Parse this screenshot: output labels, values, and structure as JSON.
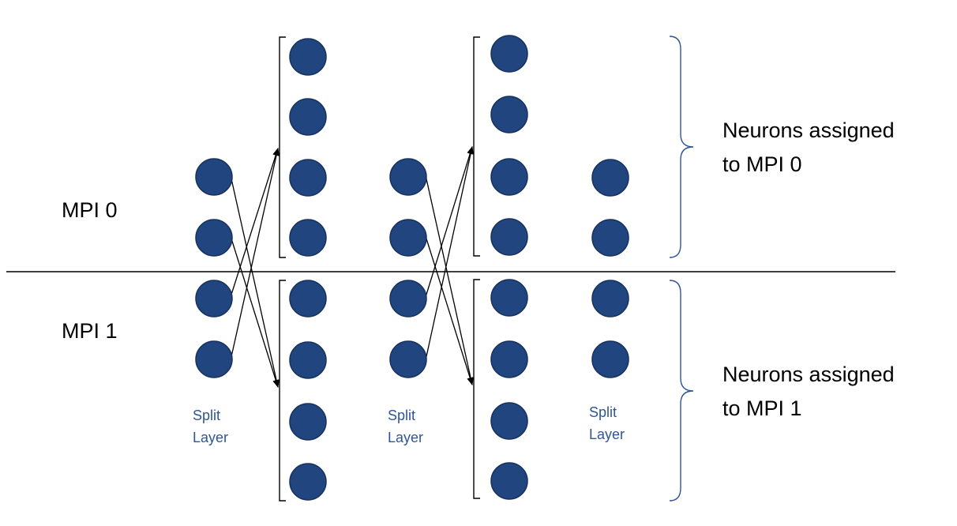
{
  "colors": {
    "neuron": "#21457f",
    "neuron_outline": "#17325e",
    "bracket_accent": "#2f5597",
    "split_label": "#2f5597",
    "line": "#000000"
  },
  "labels": {
    "mpi_0": "MPI 0",
    "mpi_1": "MPI 1",
    "assigned_0": [
      "Neurons assigned",
      "to MPI 0"
    ],
    "assigned_1": [
      "Neurons assigned",
      "to MPI 1"
    ],
    "split_layer": [
      "Split",
      "Layer"
    ]
  },
  "layers": [
    {
      "kind": "split",
      "neurons": 4
    },
    {
      "kind": "full",
      "neurons": 8
    },
    {
      "kind": "split",
      "neurons": 4
    },
    {
      "kind": "full",
      "neurons": 8
    },
    {
      "kind": "split",
      "neurons": 4
    }
  ],
  "partitions": [
    "MPI 0",
    "MPI 1"
  ]
}
